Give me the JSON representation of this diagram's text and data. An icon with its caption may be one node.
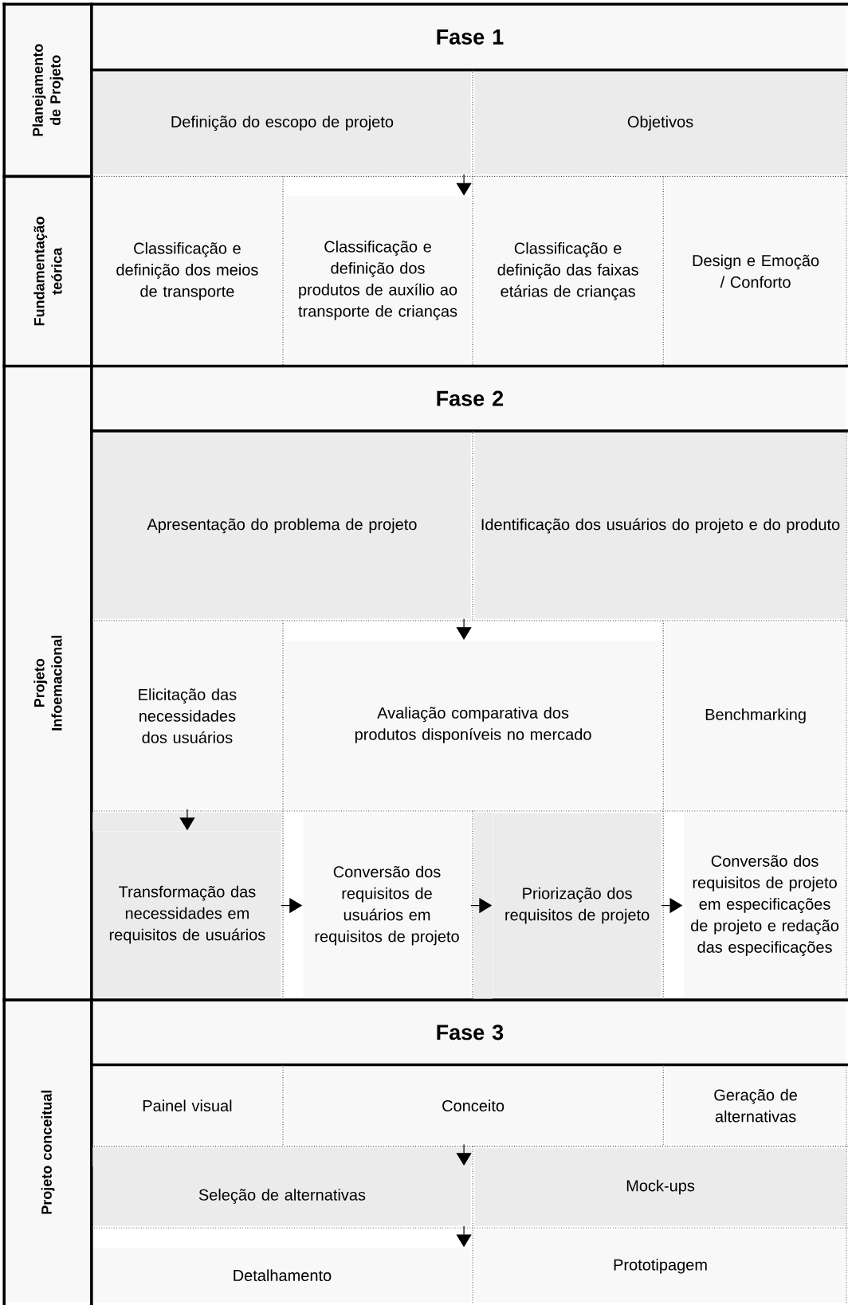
{
  "diagram": {
    "nodes": [
      {
        "text": [
          "Planejamento de Projeto"
        ]
      },
      {
        "text": [
          "Fase 1"
        ]
      },
      {
        "text": [
          "Definição do escopo de projeto"
        ]
      },
      {
        "text": [
          "Objetivos"
        ]
      },
      {
        "text": [
          "Fundamentação teórica"
        ]
      },
      {
        "text": [
          "Classificação e definição dos meios de transporte"
        ]
      },
      {
        "text": [
          "Classificação e definição dos produtos de auxílio ao transporte de crianças"
        ]
      },
      {
        "text": [
          "Classificação e definição das faixas etárias de crianças"
        ]
      },
      {
        "text": [
          "Design e Emoção / Conforto"
        ]
      },
      {
        "text": [
          "Projeto Infoemacional"
        ]
      },
      {
        "text": [
          "Fase 2"
        ]
      },
      {
        "text": [
          "Apresentação do problema de projeto"
        ]
      },
      {
        "text": [
          "Identificação dos usuários do projeto e do produto"
        ]
      },
      {
        "text": [
          "Elicitação das necessidades dos usuários"
        ]
      },
      {
        "text": [
          "Avaliação comparativa dos produtos disponíveis no mercado"
        ]
      },
      {
        "text": [
          "Benchmarking"
        ]
      },
      {
        "text": [
          "Transformação das necessidades em requisitos de usuários"
        ]
      },
      {
        "text": [
          "Conversão dos requisitos de usuários em requisitos de projeto"
        ]
      },
      {
        "text": [
          "Priorização dos requisitos de projeto"
        ]
      },
      {
        "text": [
          "Conversão dos requisitos de projeto em especificações de projeto e redação das especificações"
        ]
      },
      {
        "text": [
          "Projeto conceitual"
        ]
      },
      {
        "text": [
          "Fase 3"
        ]
      },
      {
        "text": [
          "Painel visual"
        ]
      },
      {
        "text": [
          "Conceito"
        ]
      },
      {
        "text": [
          "Geração de alternativas"
        ]
      },
      {
        "text": [
          "Seleção de alternativas"
        ]
      },
      {
        "text": [
          "Mock-ups"
        ]
      },
      {
        "text": [
          "Detalhamento"
        ]
      },
      {
        "text": [
          "Prototipagem"
        ]
      }
    ],
    "edges": [
      {
        "from": 2,
        "to": 6,
        "arrow": "to"
      },
      {
        "from": 11,
        "to": 14,
        "arrow": "to"
      },
      {
        "from": 13,
        "to": 16,
        "arrow": "to"
      },
      {
        "from": 16,
        "to": 17,
        "arrow": "to"
      },
      {
        "from": 17,
        "to": 18,
        "arrow": "to"
      },
      {
        "from": 18,
        "to": 19,
        "arrow": "to"
      },
      {
        "from": 23,
        "to": 25,
        "arrow": "to"
      },
      {
        "from": 25,
        "to": 27,
        "arrow": "to"
      }
    ]
  }
}
